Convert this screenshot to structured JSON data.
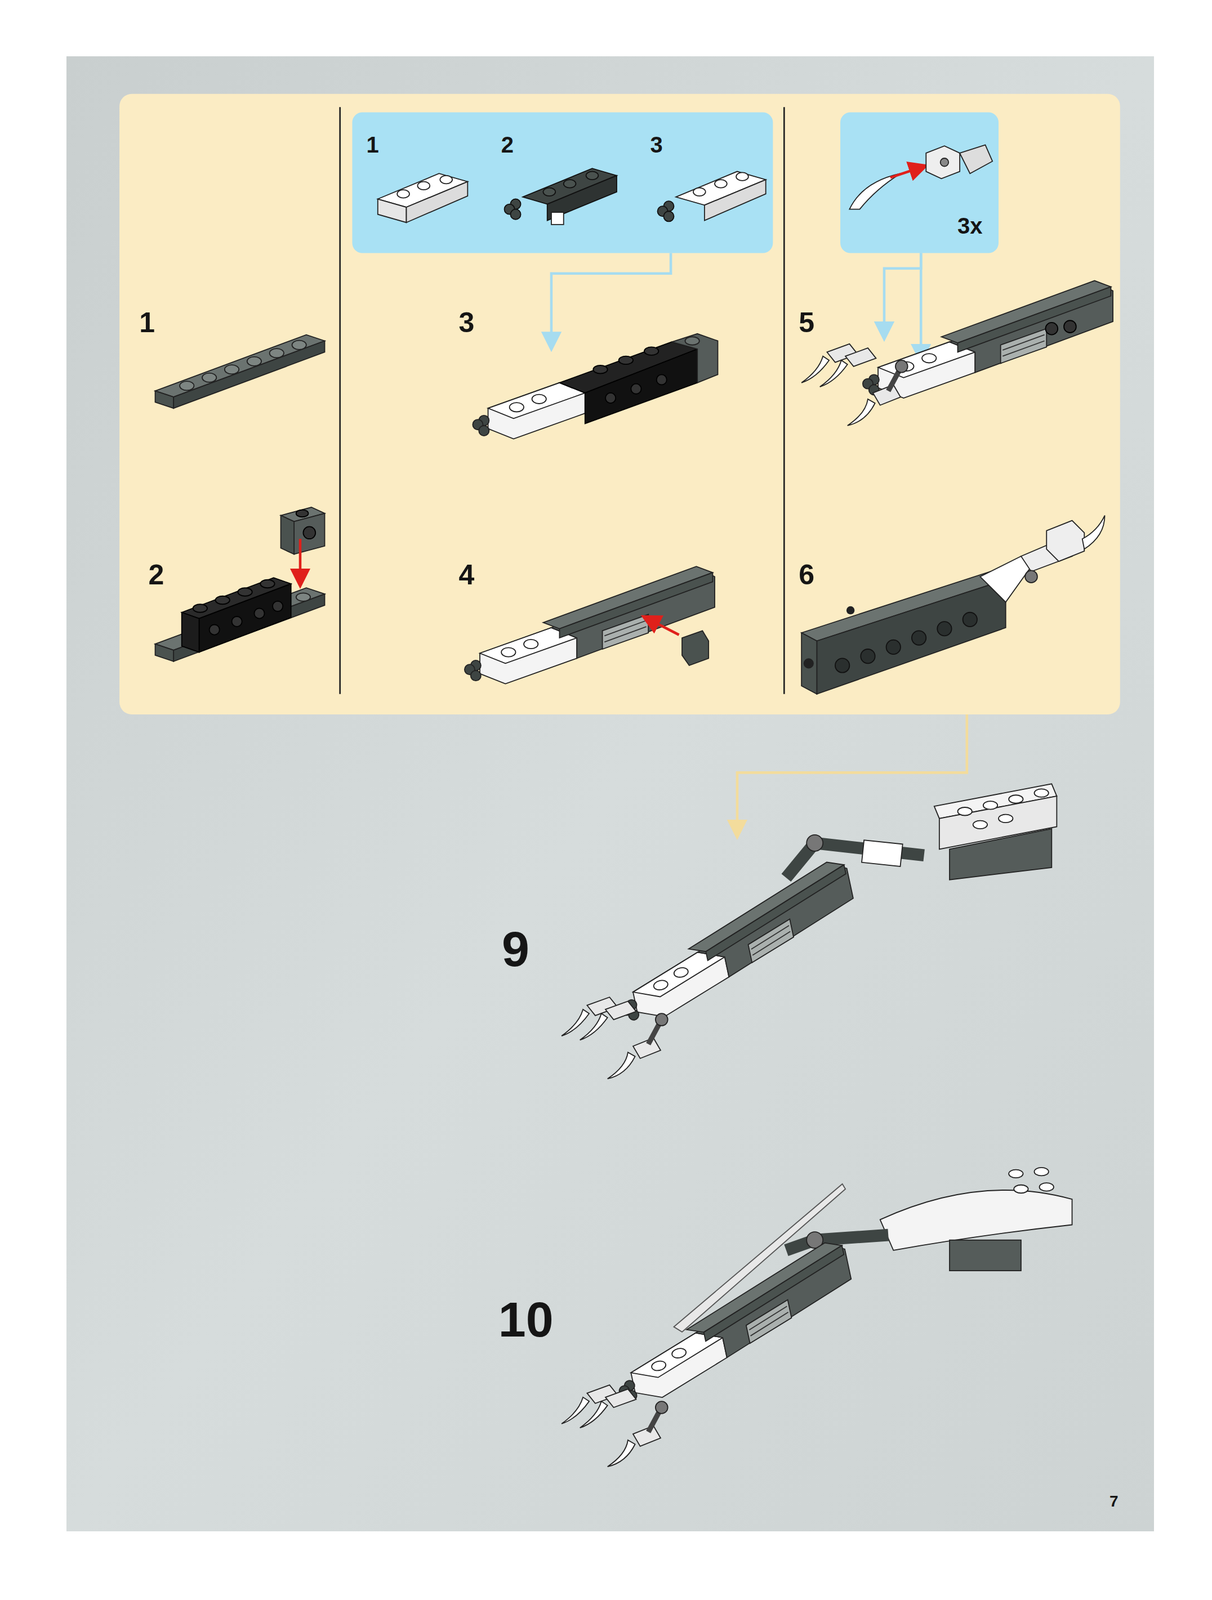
{
  "diagram": {
    "nodes": [
      {
        "text": [
          "1",
          "2",
          "3",
          "4",
          "5",
          "6"
        ]
      },
      {
        "text": [
          "1",
          "2",
          "3"
        ],
        "in": 0
      },
      {
        "text": [
          "3x"
        ],
        "in": 0
      }
    ],
    "labels": [
      "9",
      "10",
      "7"
    ]
  }
}
